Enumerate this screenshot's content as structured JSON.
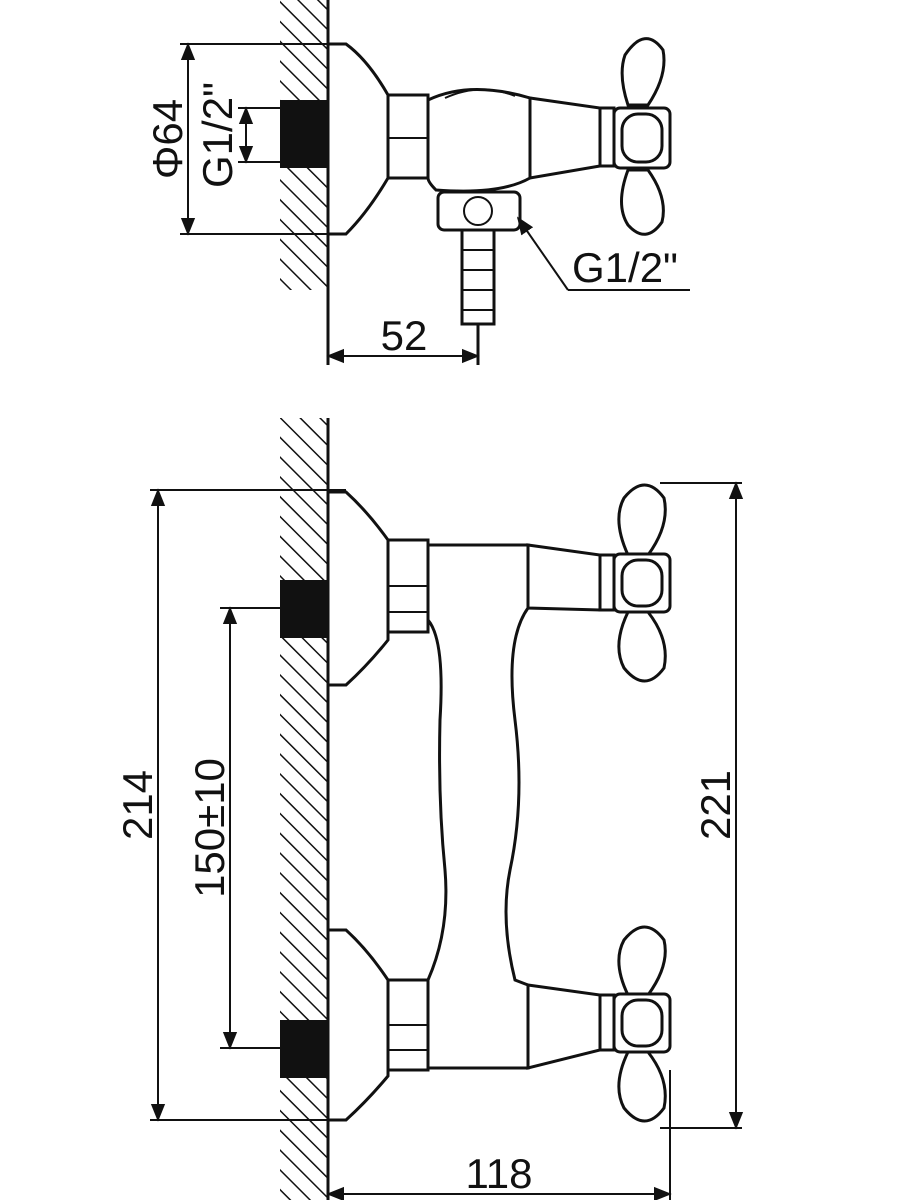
{
  "side_view": {
    "diameter_label": "Φ64",
    "inlet_thread_label": "G1/2\"",
    "outlet_thread_label": "G1/2\"",
    "depth_label": "52"
  },
  "front_view": {
    "body_height_label": "214",
    "center_distance_label": "150±10",
    "overall_height_label": "221",
    "projection_label": "118"
  }
}
